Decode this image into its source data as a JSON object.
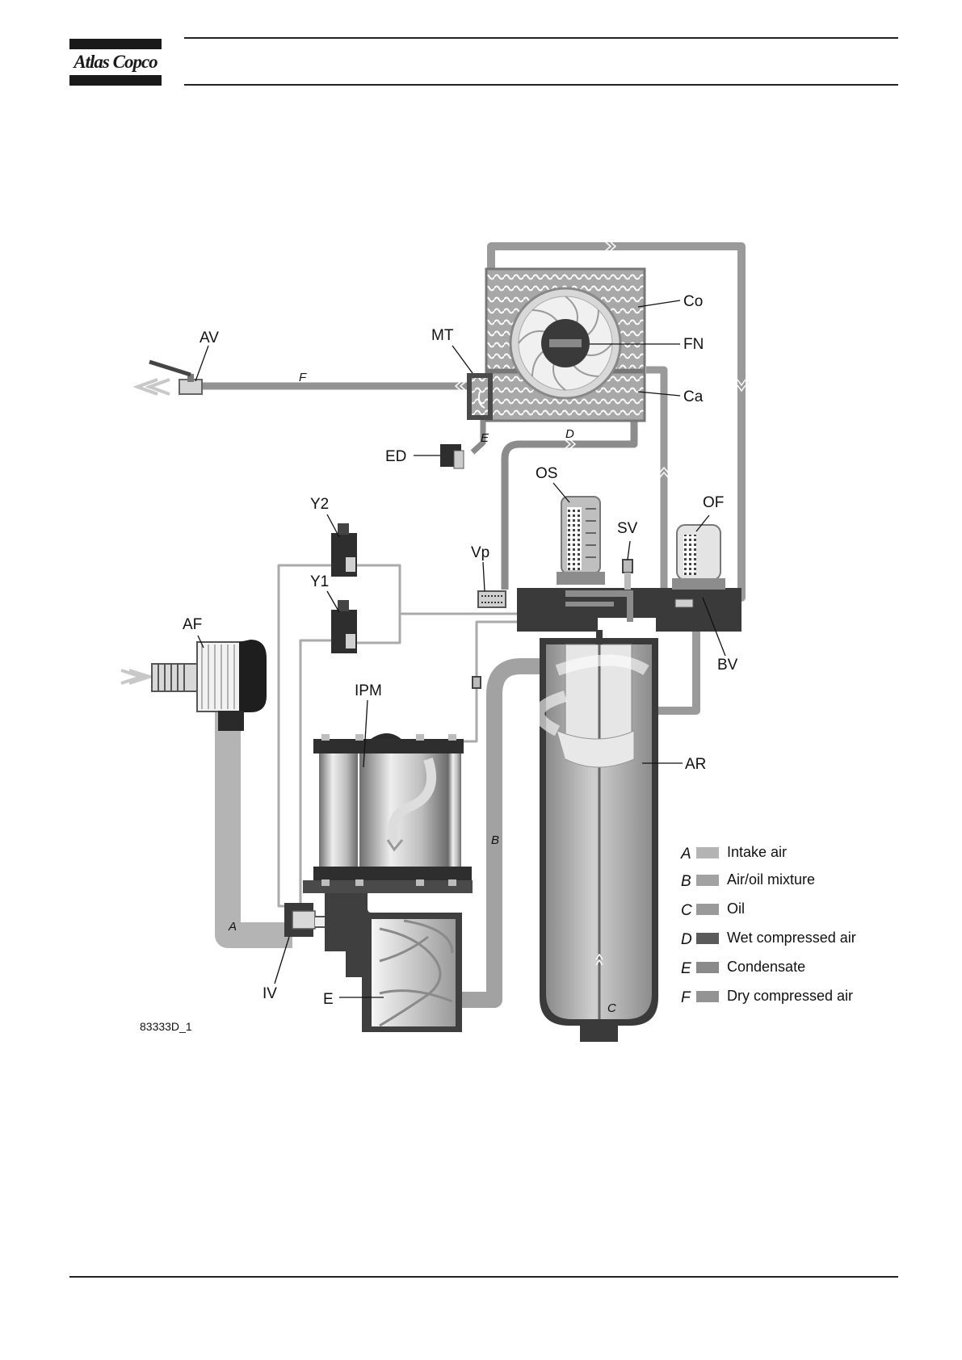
{
  "header": {
    "brand": "Atlas Copco"
  },
  "diagram": {
    "code": "83333D_1",
    "components": {
      "av": "AV",
      "mt": "MT",
      "co": "Co",
      "fn": "FN",
      "ca": "Ca",
      "ed": "ED",
      "os": "OS",
      "of": "OF",
      "sv": "SV",
      "vp": "Vp",
      "y2": "Y2",
      "y1": "Y1",
      "af": "AF",
      "ipm": "IPM",
      "bv": "BV",
      "ar": "AR",
      "iv": "IV",
      "e": "E"
    },
    "flow_labels": {
      "a": "A",
      "b": "B",
      "c": "C",
      "d": "D",
      "e": "E",
      "f": "F"
    },
    "legend": [
      {
        "letter": "A",
        "text": "Intake air",
        "color": "#b4b4b4"
      },
      {
        "letter": "B",
        "text": "Air/oil mixture",
        "color": "#a2a2a2"
      },
      {
        "letter": "C",
        "text": "Oil",
        "color": "#9a9a9a"
      },
      {
        "letter": "D",
        "text": "Wet compressed air",
        "color": "#5a5a5a"
      },
      {
        "letter": "E",
        "text": "Condensate",
        "color": "#8a8a8a"
      },
      {
        "letter": "F",
        "text": "Dry compressed air",
        "color": "#939393"
      }
    ]
  }
}
